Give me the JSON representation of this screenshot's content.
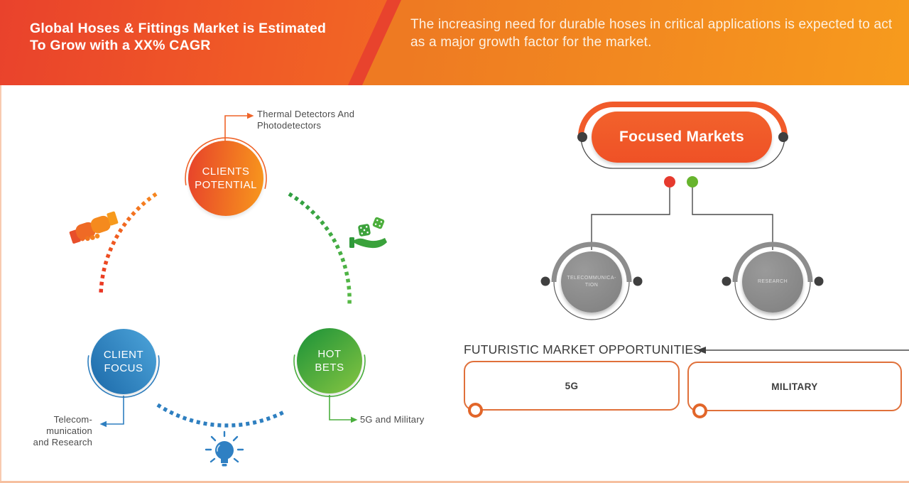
{
  "header": {
    "title": "Global Hoses & Fittings Market is Estimated\nTo Grow with a XX% CAGR",
    "description": "The increasing need for durable hoses in critical applications is expected to act as a major growth factor for the market."
  },
  "cycle": {
    "nodes": [
      {
        "id": "clients-potential",
        "label": "CLIENTS\nPOTENTIAL",
        "callout": "Thermal Detectors And\nPhotodetectors",
        "color": "#ee5a27",
        "icon": "handshake-icon"
      },
      {
        "id": "client-focus",
        "label": "CLIENT\nFOCUS",
        "callout": "Telecom-\nmunication\nand Research",
        "color": "#2e7fc0",
        "icon": "lightbulb-icon"
      },
      {
        "id": "hot-bets",
        "label": "HOT\nBETS",
        "callout": "5G and Military",
        "color": "#4aae3d",
        "icon": "dice-hand-icon"
      }
    ]
  },
  "focused": {
    "title": "Focused Markets",
    "markets": [
      {
        "label": "TELECOMMUNICA-\nTION"
      },
      {
        "label": "RESEARCH"
      }
    ],
    "dot_colors": {
      "red": "#e63a2e",
      "green": "#67b42d",
      "dark": "#3f3f3f"
    }
  },
  "opportunities": {
    "heading": "FUTURISTIC MARKET OPPORTUNITIES",
    "items": [
      "5G",
      "MILITARY"
    ]
  },
  "colors": {
    "header_gradient_start": "#e9422c",
    "header_gradient_end": "#f8991e",
    "accent_orange": "#f15b2b",
    "accent_blue": "#2e7fc0",
    "accent_green": "#4aae3d",
    "gray_node": "#8d8d8d",
    "text_dark": "#4b4b4b",
    "edge_peach": "#f6c0a0"
  }
}
